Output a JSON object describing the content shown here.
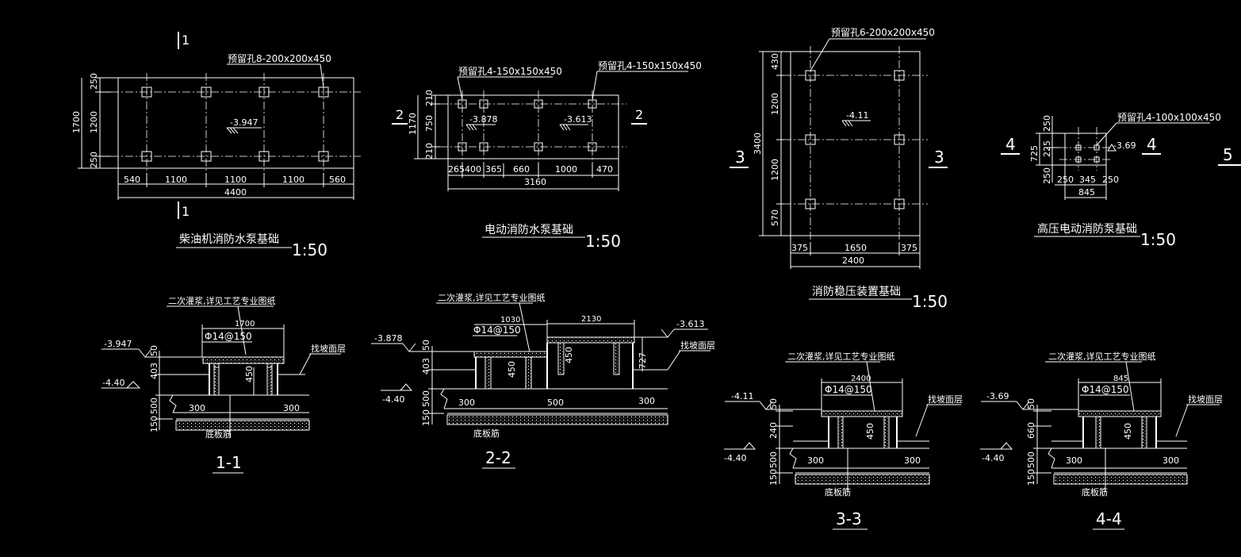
{
  "plans": {
    "p1": {
      "title": "柴油机消防水泵基础",
      "scale": "1:50",
      "section_mark": "1",
      "hole_label": "预留孔8-200x200x450",
      "elev": "-3.947",
      "dims_bottom": [
        "540",
        "1100",
        "1100",
        "1100",
        "560"
      ],
      "total": "4400",
      "dims_left": [
        "250",
        "1200",
        "250"
      ],
      "left_total": "1700"
    },
    "p2": {
      "title": "电动消防水泵基础",
      "scale": "1:50",
      "section_mark": "2",
      "hole_label_a": "预留孔4-150x150x450",
      "hole_label_b": "预留孔4-150x150x450",
      "elev_a": "-3.878",
      "elev_b": "-3.613",
      "dims_bottom": [
        "265",
        "400",
        "365",
        "660",
        "1000",
        "470"
      ],
      "total": "3160",
      "dims_left": [
        "210",
        "750",
        "210"
      ],
      "left_total": "1170"
    },
    "p3": {
      "title": "消防稳压装置基础",
      "scale": "1:50",
      "section_mark": "3",
      "hole_label": "预留孔6-200x200x450",
      "elev": "-4.11",
      "dims_bottom": [
        "375",
        "1650",
        "375"
      ],
      "total": "2400",
      "dims_left": [
        "430",
        "1200",
        "1200",
        "570"
      ],
      "left_total": "3400"
    },
    "p4": {
      "title": "高压电动消防泵基础",
      "scale": "1:50",
      "section_mark": "4",
      "hole_label": "预留孔4-100x100x450",
      "elev": "-3.69",
      "dims_bottom": [
        "250",
        "345",
        "250"
      ],
      "total": "845",
      "dims_left": [
        "250",
        "225",
        "250"
      ],
      "left_total": "725",
      "extra_mark": "5"
    }
  },
  "sections": {
    "s1": {
      "title": "1-1",
      "note": "二次灌浆,详见工艺专业图纸",
      "rebar": "Φ14@150",
      "top_elev": "-3.947",
      "bottom_elev": "-4.40",
      "width": "1700",
      "surface": "找坡面层",
      "slab": "底板筋",
      "dims_v": [
        "50",
        "403",
        "500",
        "150"
      ],
      "depth": "450",
      "side": "300"
    },
    "s2": {
      "title": "2-2",
      "note": "二次灌浆,详见工艺专业图纸",
      "rebar": "Φ14@150",
      "top_elev_a": "-3.878",
      "top_elev_b": "-3.613",
      "bottom_elev": "-4.40",
      "width_a": "1030",
      "width_b": "2130",
      "surface": "找坡面层",
      "slab": "底板筋",
      "dims_v": [
        "50",
        "403",
        "500",
        "150"
      ],
      "depth_a": "450",
      "depth_b": "450",
      "step": "727",
      "side": "300",
      "side_mid": "500"
    },
    "s3": {
      "title": "3-3",
      "note": "二次灌浆,详见工艺专业图纸",
      "rebar": "Φ14@150",
      "top_elev": "-4.11",
      "bottom_elev": "-4.40",
      "width": "2400",
      "surface": "找坡面层",
      "slab": "底板筋",
      "dims_v": [
        "50",
        "240",
        "500",
        "150"
      ],
      "depth": "450",
      "side": "300"
    },
    "s4": {
      "title": "4-4",
      "note": "二次灌浆,详见工艺专业图纸",
      "rebar": "Φ14@150",
      "top_elev": "-3.69",
      "bottom_elev": "-4.40",
      "width": "845",
      "surface": "找坡面层",
      "slab": "底板筋",
      "dims_v": [
        "50",
        "660",
        "500",
        "150"
      ],
      "depth": "450",
      "side": "300"
    }
  }
}
